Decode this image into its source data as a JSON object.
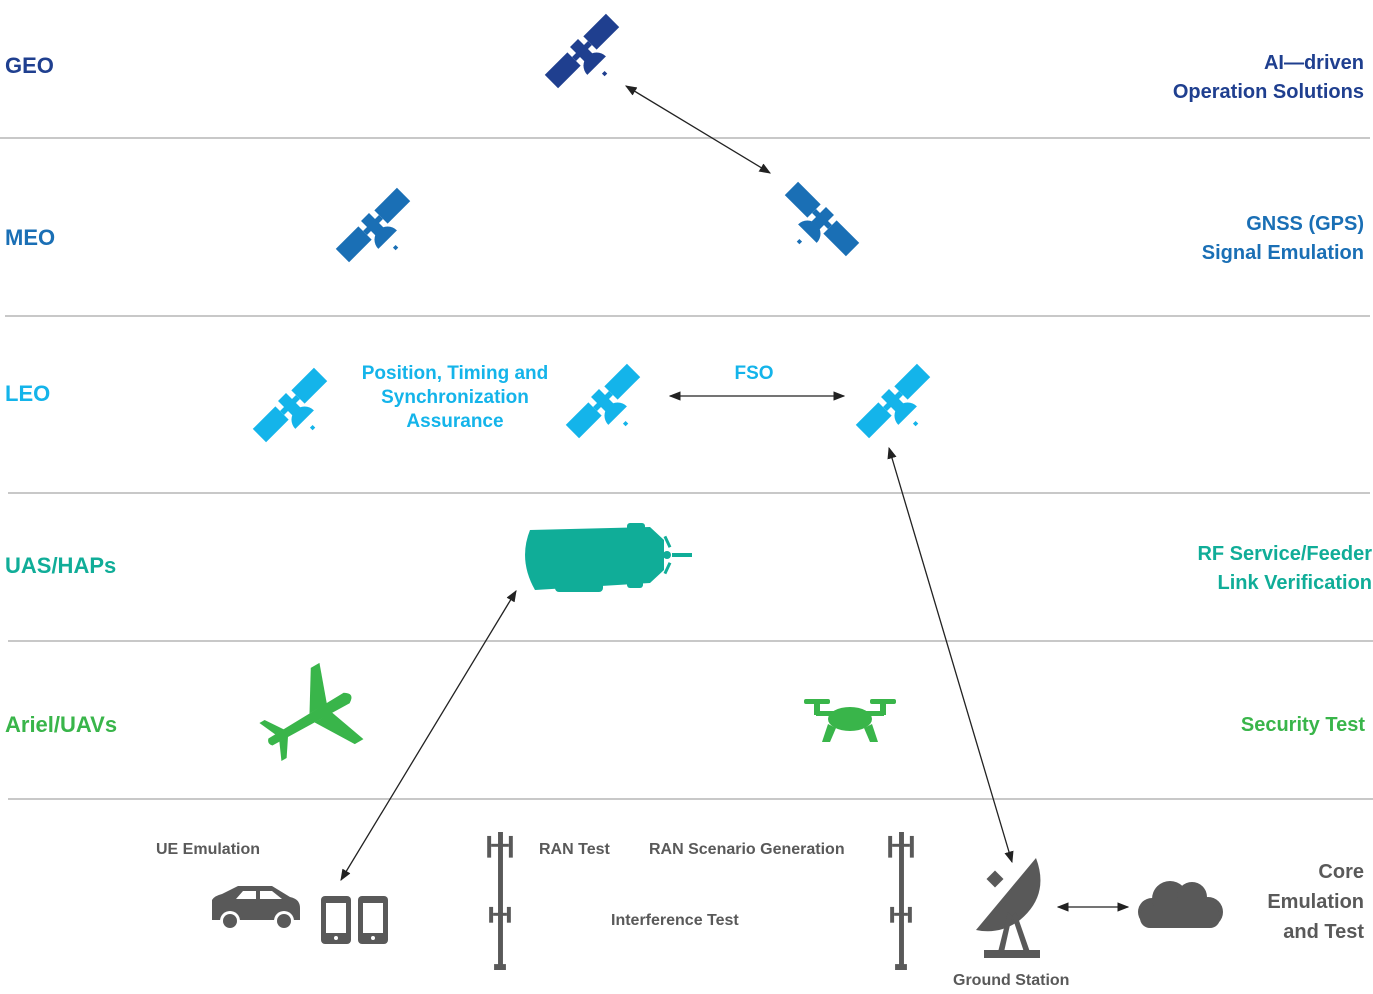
{
  "colors": {
    "geo": "#1f3f8f",
    "meo": "#1a6fb5",
    "leo": "#14b4ea",
    "uas": "#10ad98",
    "uav": "#39b54a",
    "ground": "#595959",
    "divider": "#c8c8c8",
    "arrow": "#222222"
  },
  "layers": [
    {
      "key": "geo",
      "label": "GEO"
    },
    {
      "key": "meo",
      "label": "MEO"
    },
    {
      "key": "leo",
      "label": "LEO"
    },
    {
      "key": "uas",
      "label": "UAS/HAPs"
    },
    {
      "key": "uav",
      "label": "Ariel/UAVs"
    }
  ],
  "side_labels": {
    "geo": [
      "AI—driven",
      "Operation Solutions"
    ],
    "meo": [
      "GNSS (GPS)",
      "Signal Emulation"
    ],
    "uas": [
      "RF Service/Feeder",
      "Link Verification"
    ],
    "uav": [
      "Security Test"
    ],
    "ground": [
      "Core",
      "Emulation",
      "and Test"
    ]
  },
  "leo_labels": {
    "pnt": [
      "Position, Timing and",
      "Synchronization",
      "Assurance"
    ],
    "fso": "FSO"
  },
  "ground_labels": {
    "ue": "UE Emulation",
    "ran_test": "RAN Test",
    "ran_scenario": "RAN Scenario Generation",
    "interference": "Interference Test",
    "ground_station": "Ground Station"
  },
  "icons": [
    "satellite-icon",
    "blimp-icon",
    "airplane-icon",
    "drone-icon",
    "car-icon",
    "phone-icon",
    "cell-tower-icon",
    "satellite-dish-icon",
    "cloud-icon"
  ]
}
